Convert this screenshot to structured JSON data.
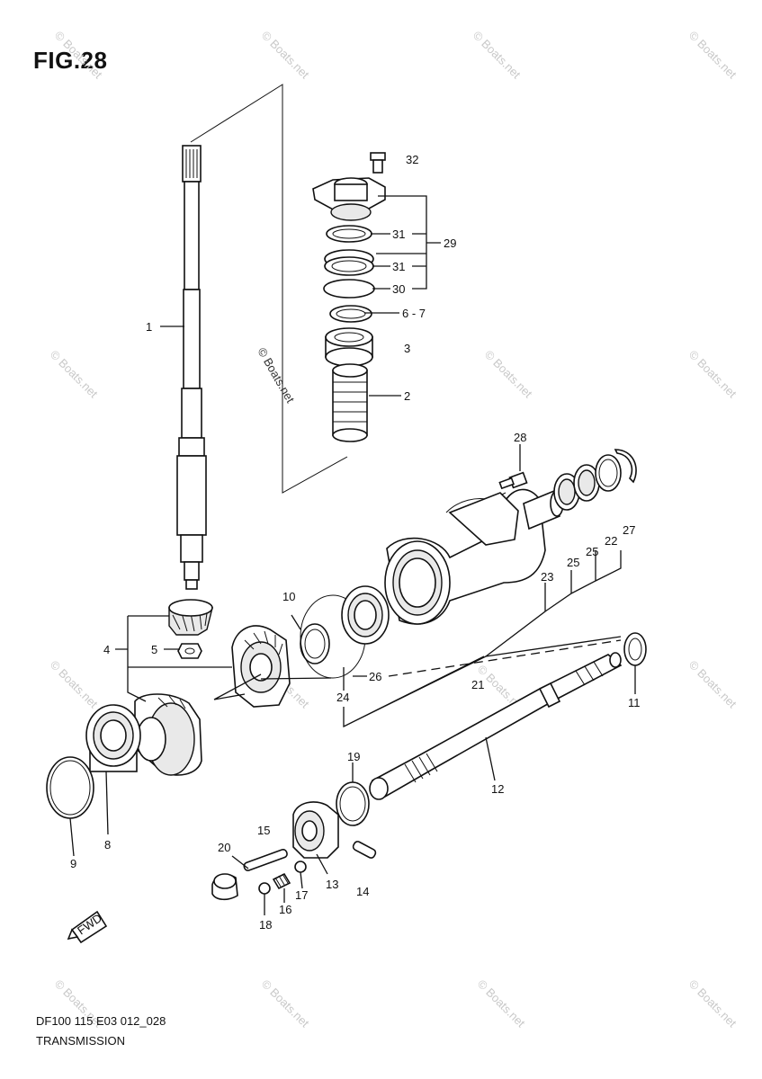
{
  "figure_title": "FIG.28",
  "footer": {
    "code": "DF100 115 E03 012_028",
    "title": "TRANSMISSION"
  },
  "watermark": "© Boats.net",
  "direction_label": "FWD",
  "labels": {
    "p1": "1",
    "p2": "2",
    "p3": "3",
    "p4": "4",
    "p5": "5",
    "p6_7": "6 - 7",
    "p8": "8",
    "p9": "9",
    "p10": "10",
    "p11": "11",
    "p12": "12",
    "p13": "13",
    "p14": "14",
    "p15": "15",
    "p16": "16",
    "p17": "17",
    "p18": "18",
    "p19": "19",
    "p20": "20",
    "p21": "21",
    "p22": "22",
    "p23": "23",
    "p24": "24",
    "p25a": "25",
    "p25b": "25",
    "p26": "26",
    "p27": "27",
    "p28": "28",
    "p29": "29",
    "p30": "30",
    "p31a": "31",
    "p31b": "31",
    "p32": "32"
  }
}
